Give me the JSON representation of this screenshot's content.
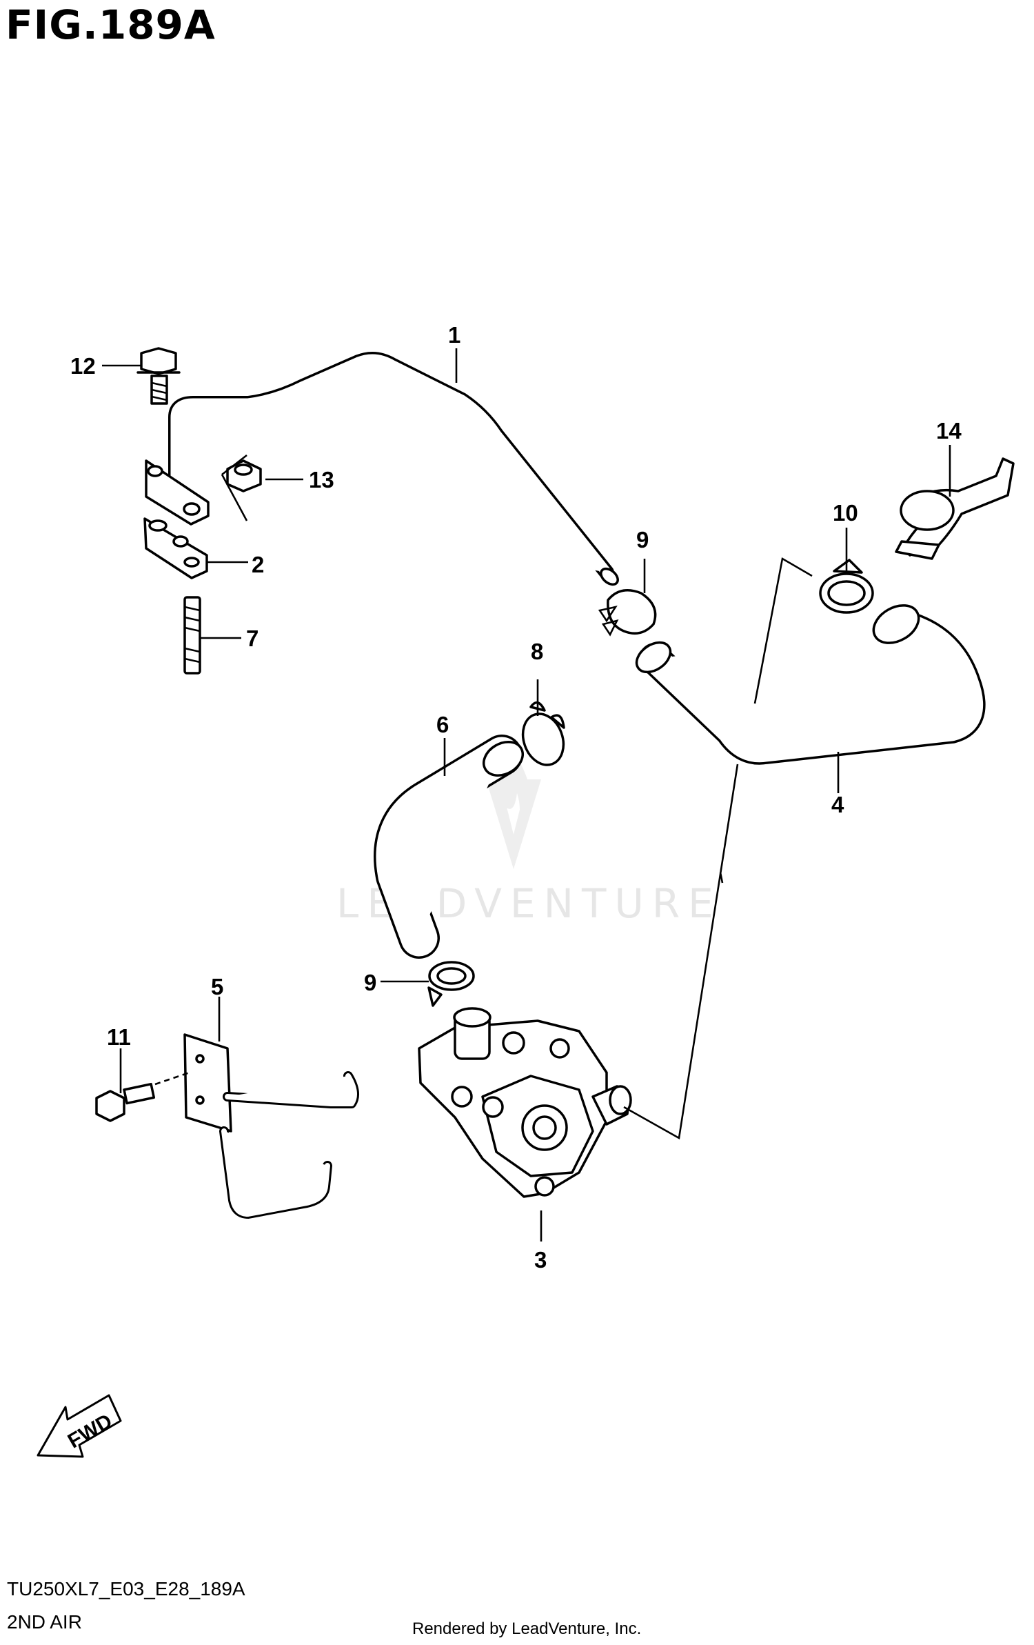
{
  "figure": {
    "title": "FIG.189A",
    "model_code": "TU250XL7_E03_E28_189A",
    "section_name": "2ND AIR",
    "rendered_by": "Rendered by LeadVenture, Inc.",
    "watermark": "LEADVENTURE"
  },
  "direction_marker": {
    "label": "FWD"
  },
  "callouts": [
    {
      "id": "1",
      "label": "1",
      "part": "pipe"
    },
    {
      "id": "2",
      "label": "2",
      "part": "gasket"
    },
    {
      "id": "3",
      "label": "3",
      "part": "valve-assembly"
    },
    {
      "id": "4",
      "label": "4",
      "part": "hose"
    },
    {
      "id": "5",
      "label": "5",
      "part": "bracket"
    },
    {
      "id": "6",
      "label": "6",
      "part": "hose"
    },
    {
      "id": "7",
      "label": "7",
      "part": "stud"
    },
    {
      "id": "8",
      "label": "8",
      "part": "cap"
    },
    {
      "id": "9a",
      "label": "9",
      "part": "clamp"
    },
    {
      "id": "9b",
      "label": "9",
      "part": "clamp"
    },
    {
      "id": "10",
      "label": "10",
      "part": "clamp"
    },
    {
      "id": "11",
      "label": "11",
      "part": "bolt"
    },
    {
      "id": "12",
      "label": "12",
      "part": "bolt"
    },
    {
      "id": "13",
      "label": "13",
      "part": "nut"
    },
    {
      "id": "14",
      "label": "14",
      "part": "clamp"
    }
  ],
  "colors": {
    "ink": "#000000",
    "paper": "#ffffff",
    "watermark": "#e6e6e6"
  }
}
